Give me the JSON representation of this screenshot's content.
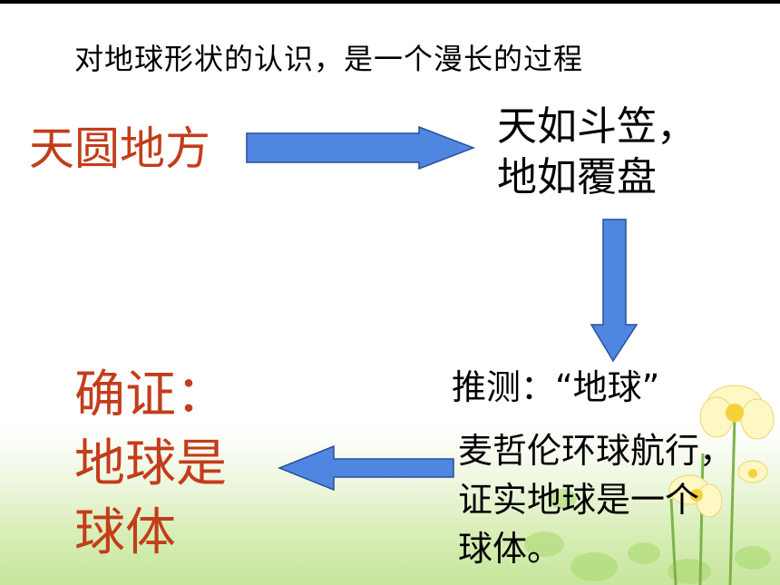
{
  "title": "对地球形状的认识，是一个漫长的过程",
  "stage1": "天圆地方",
  "stage2": [
    "天如斗笠，",
    "地如覆盘"
  ],
  "stage3": "推测：“地球”",
  "stage4": [
    "麦哲伦环球航行，",
    "证实地球是一个",
    "球体。"
  ],
  "conclusion": [
    "确证：",
    "地球是",
    "球体"
  ],
  "colors": {
    "accent_red": "#c33d1a",
    "arrow_blue": "#4f86e0",
    "arrow_stroke": "#2a4f9e"
  }
}
